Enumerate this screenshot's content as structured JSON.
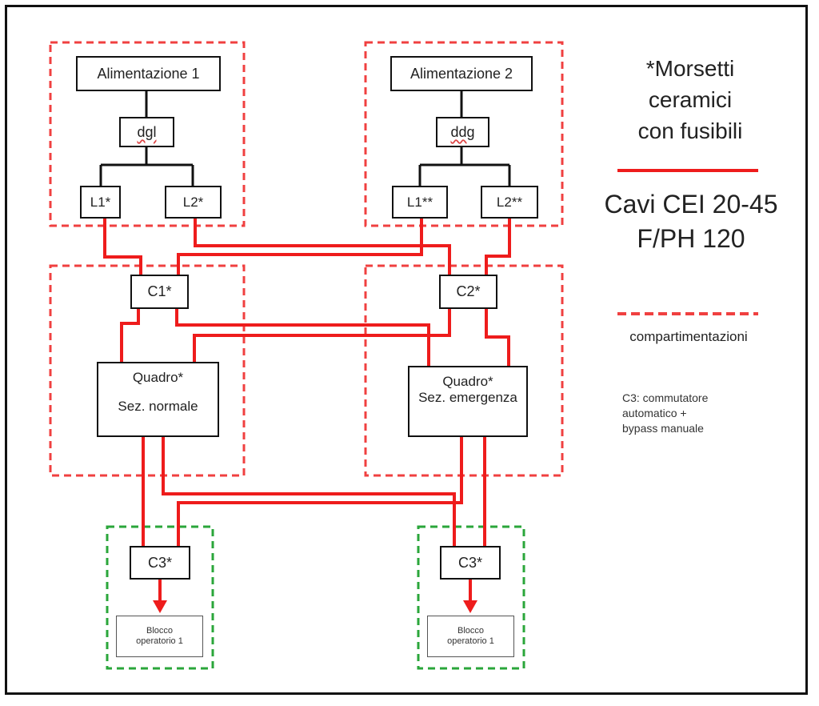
{
  "nodes": {
    "alim1": "Alimentazione 1",
    "alim2": "Alimentazione 2",
    "dgl1": "dgl",
    "ddg2": "ddg",
    "l1_left": "L1*",
    "l2_left": "L2*",
    "l1_right": "L1**",
    "l2_right": "L2**",
    "c1": "C1*",
    "c2": "C2*",
    "quadro1_title": "Quadro*",
    "quadro1_sub": "Sez. normale",
    "quadro2_title": "Quadro*",
    "quadro2_sub": "Sez. emergenza",
    "c3_left": "C3*",
    "c3_right": "C3*",
    "blocco1_line1": "Blocco",
    "blocco1_line2": "operatorio 1",
    "blocco2_line1": "Blocco",
    "blocco2_line2": "operatorio 1"
  },
  "legend": {
    "morsetti": [
      "*Morsetti",
      "ceramici",
      "con fusibili"
    ],
    "cavi": [
      "Cavi CEI 20-45",
      "F/PH 120"
    ],
    "compartimentazioni": "compartimentazioni",
    "c3_note": [
      "C3: commutatore",
      "automatico +",
      "bypass manuale"
    ]
  },
  "colors": {
    "cable": "#ee1c1c",
    "compartment": "#f04040",
    "operating_zone": "#2aa63a",
    "box_border": "#111111"
  }
}
